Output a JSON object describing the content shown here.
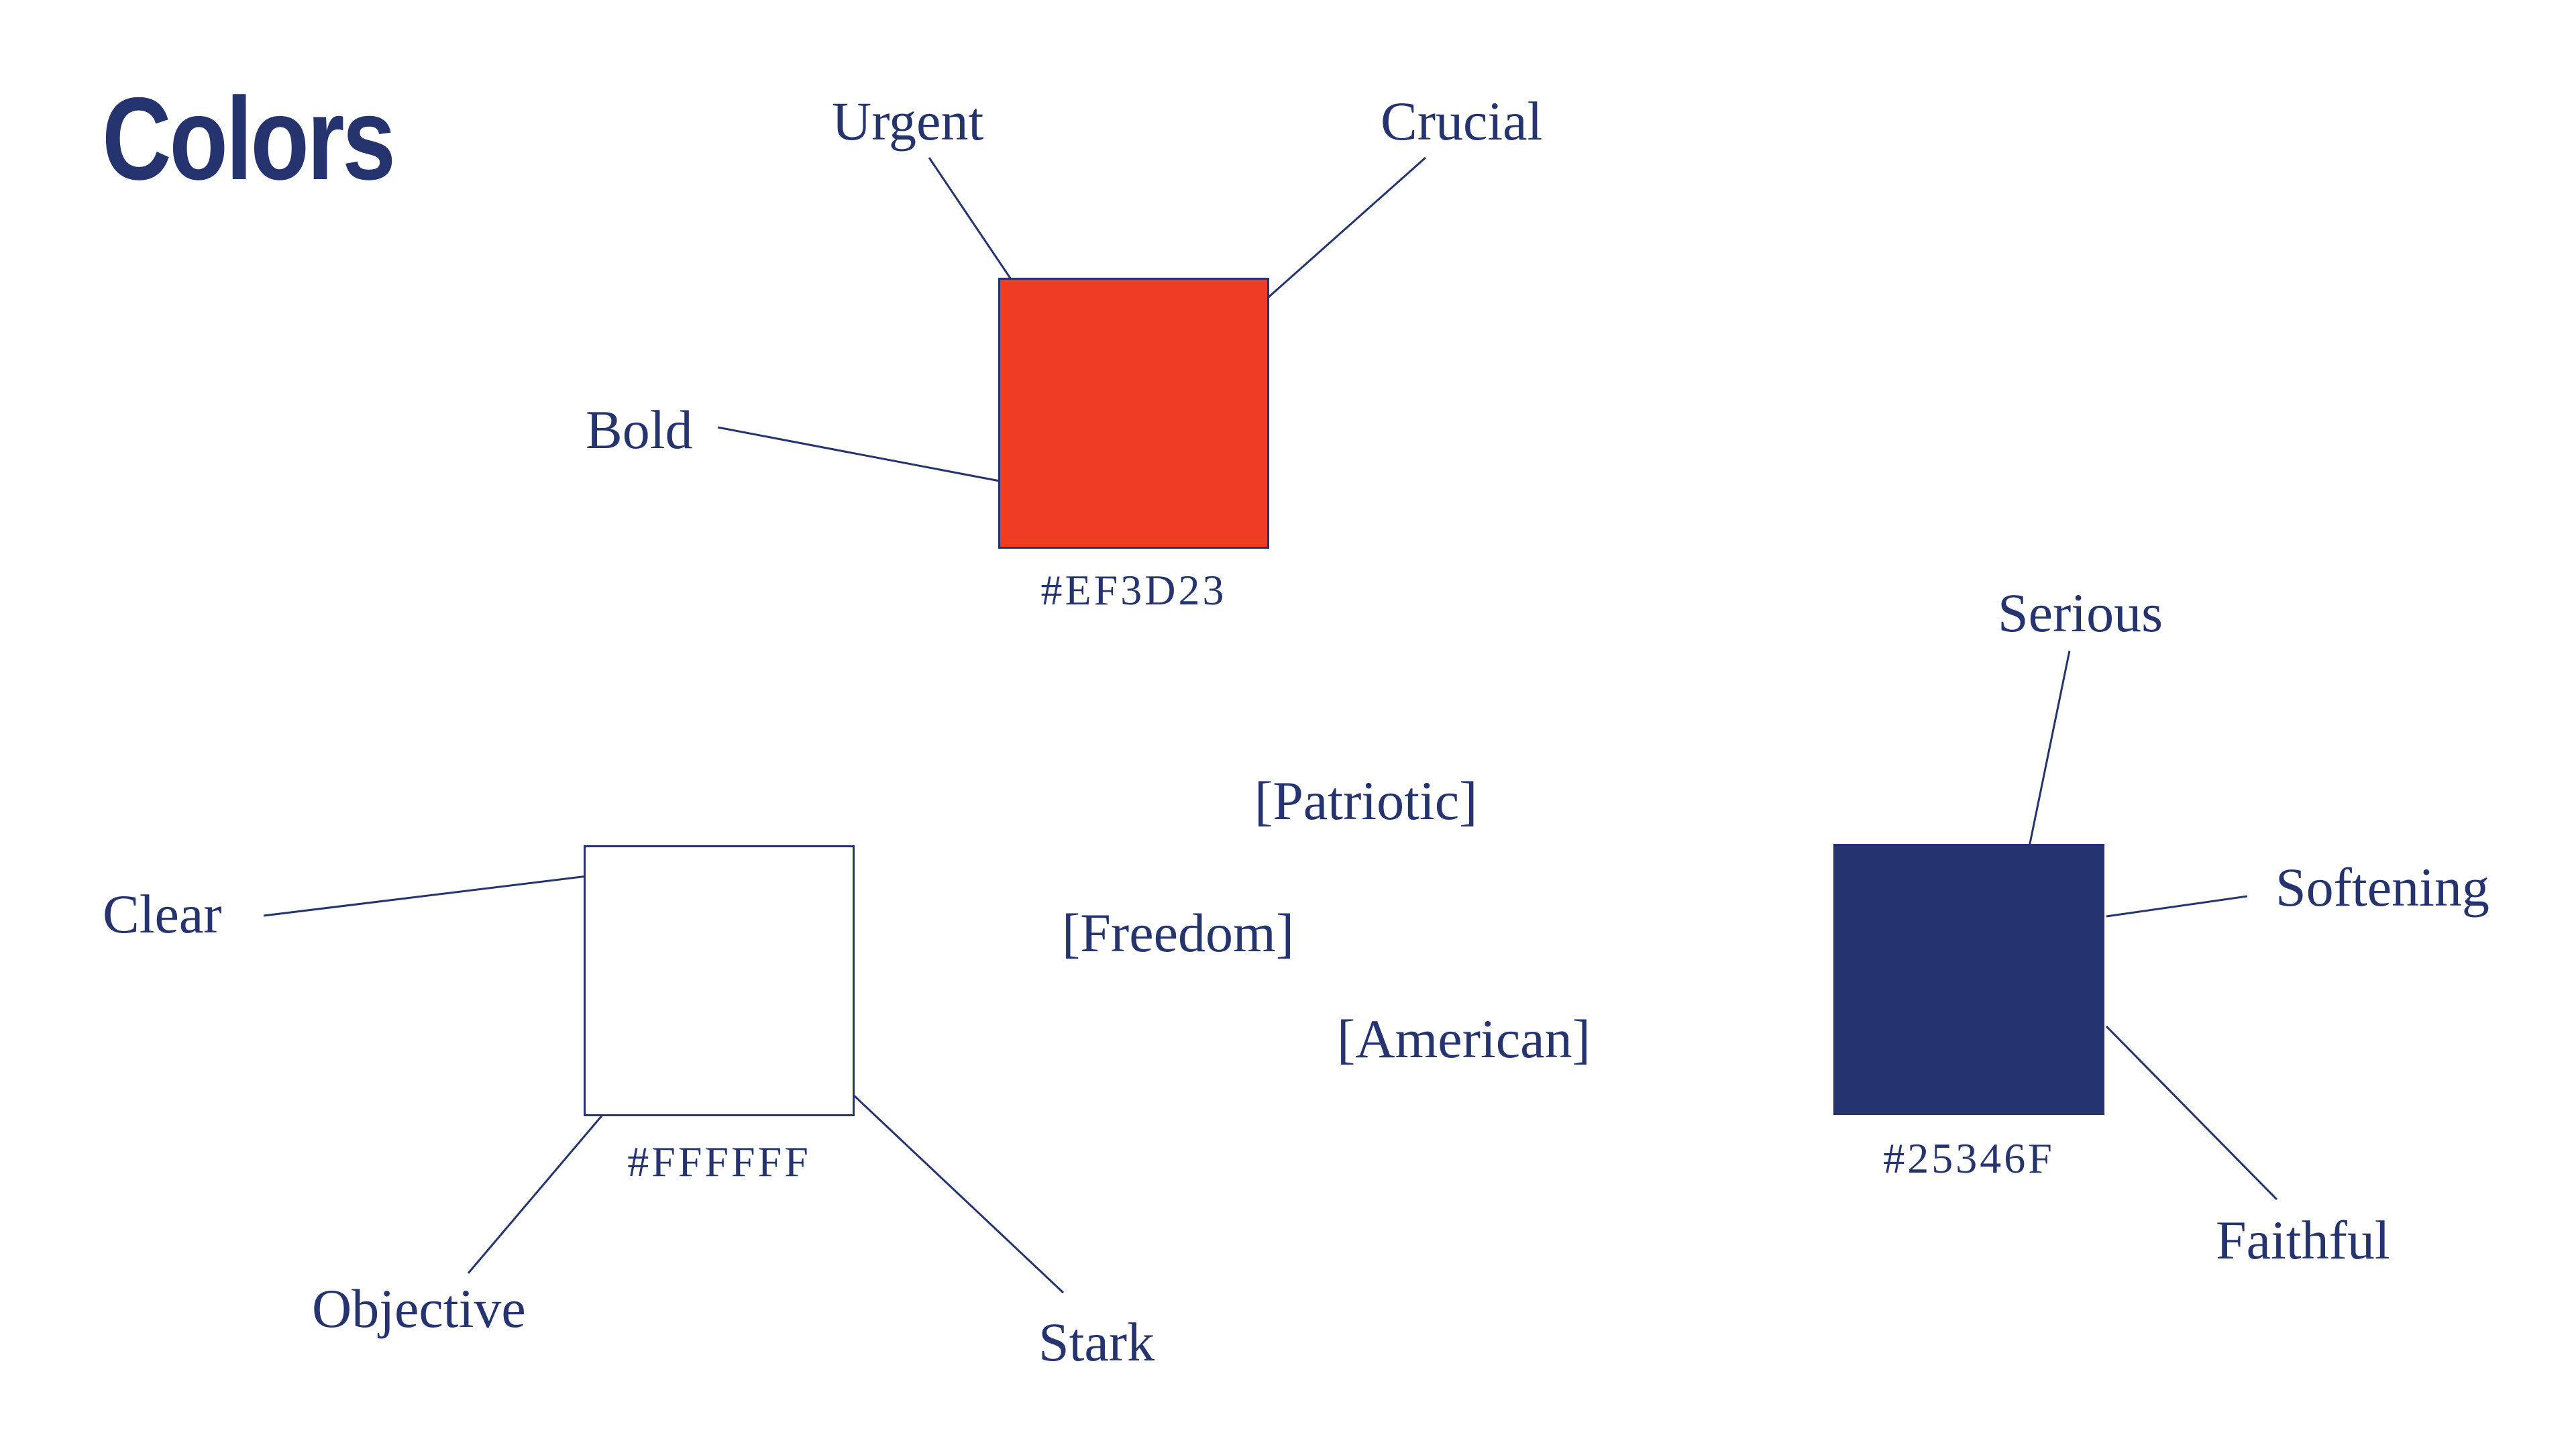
{
  "title": "Colors",
  "colors": [
    {
      "hex_label": "#EF3D23",
      "color": "#ef3d23",
      "words": [
        "Urgent",
        "Crucial",
        "Bold"
      ]
    },
    {
      "hex_label": "#FFFFFF",
      "color": "#ffffff",
      "words": [
        "Clear",
        "Objective",
        "Stark"
      ]
    },
    {
      "hex_label": "#25346F",
      "color": "#25346f",
      "words": [
        "Serious",
        "Softening",
        "Faithful"
      ]
    }
  ],
  "center_words": [
    "[Patriotic]",
    "[Freedom]",
    "[American]"
  ]
}
